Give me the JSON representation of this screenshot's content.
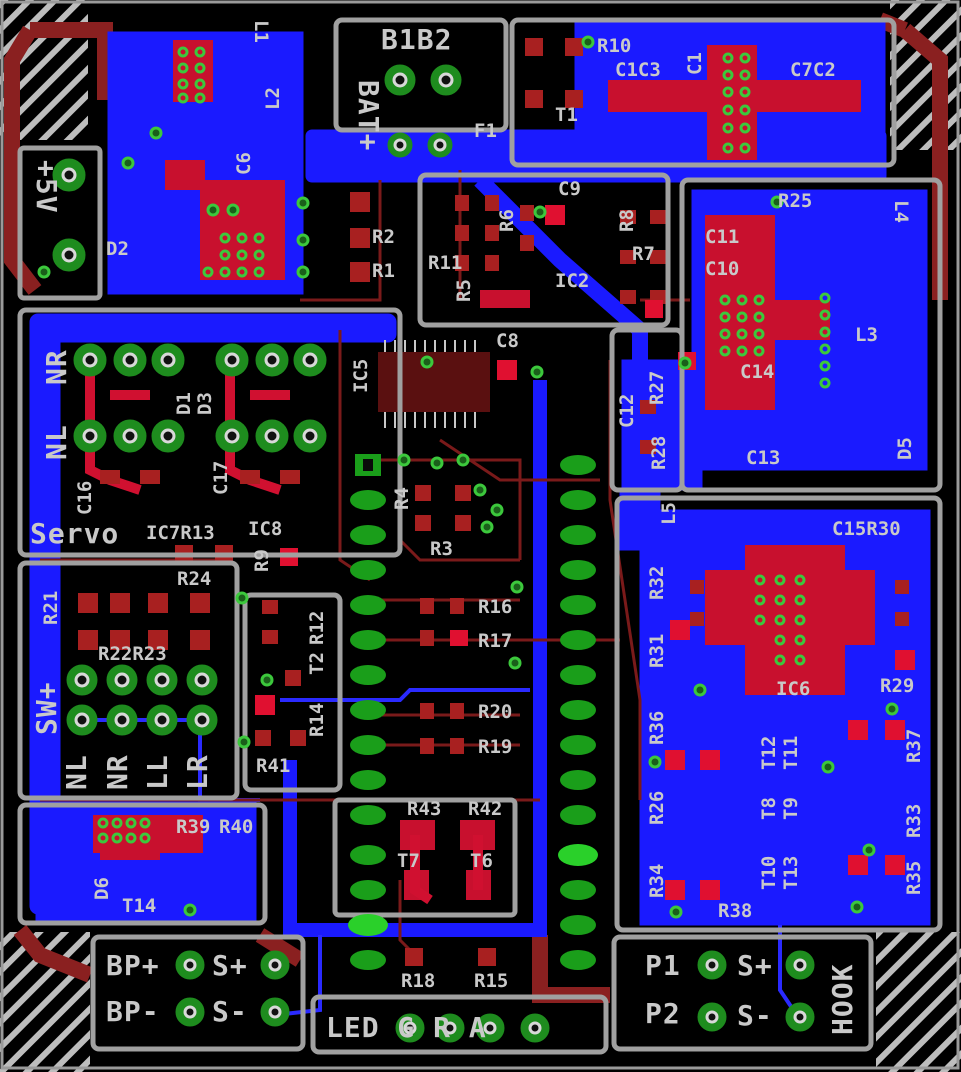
{
  "colors": {
    "background": "#000000",
    "bottom_copper": "#1a1aff",
    "top_copper": "#c8102e",
    "bottom_trace": "#8a2020",
    "silkscreen": "#c0c0c0",
    "pad_ring": "#28c828",
    "via_ring": "#3cc83c"
  },
  "labels": {
    "b1b2": "B1B2",
    "bat": "BAT+",
    "batm": "-",
    "f1": "F1",
    "l1": "L1",
    "l2": "L2",
    "c6": "C6",
    "r10": "R10",
    "c1c3": "C1C3",
    "c1v": "C1",
    "c7c2": "C7C2",
    "t1": "T1",
    "l4": "L4",
    "r25": "R25",
    "c11": "C11",
    "c10": "C10",
    "l3": "L3",
    "c14": "C14",
    "c12": "C12",
    "r27": "R27",
    "r28": "R28",
    "c13": "C13",
    "d5": "D5",
    "v5": "+5V",
    "d2": "D2",
    "r2": "R2",
    "r1": "R1",
    "r11": "R11",
    "r5": "R5",
    "r6": "R6",
    "c9": "C9",
    "r8": "R8",
    "r7": "R7",
    "ic2": "IC2",
    "ic5": "IC5",
    "c8": "C8",
    "nl": "NL",
    "nr": "NR",
    "d1": "D1",
    "d3": "D3",
    "c16": "C16",
    "c17": "C17",
    "servo": "Servo",
    "ic7r13": "IC7R13",
    "ic8": "IC8",
    "r9": "R9",
    "r4": "R4",
    "r3": "R3",
    "r24": "R24",
    "r21": "R21",
    "r22r23": "R22R23",
    "swp": "SW+",
    "swm": "-",
    "nl2": "NL",
    "nr2": "NR",
    "ll": "LL",
    "lr": "LR",
    "r12": "R12",
    "t2": "T2",
    "r14": "R14",
    "r41": "R41",
    "r16": "R16",
    "r17": "R17",
    "r20": "R20",
    "r19": "R19",
    "r43": "R43",
    "r42": "R42",
    "t7": "T7",
    "t6": "T6",
    "r39": "R39",
    "r40": "R40",
    "d6": "D6",
    "t14": "T14",
    "l5": "L5",
    "c15r30": "C15R30",
    "r32": "R32",
    "r31": "R31",
    "ic6": "IC6",
    "r29": "R29",
    "r36": "R36",
    "t12": "T12",
    "t11": "T11",
    "r37": "R37",
    "r26": "R26",
    "t8": "T8",
    "t9": "T9",
    "r33": "R33",
    "r34": "R34",
    "t10": "T10",
    "t13": "T13",
    "r35": "R35",
    "r38": "R38",
    "bpp": "BP+",
    "sp": "S+",
    "bpm": "BP-",
    "sm": "S-",
    "r18": "R18",
    "r15": "R15",
    "led": "LED G R A",
    "p1": "P1",
    "sp2": "S+",
    "p2": "P2",
    "sm2": "S-",
    "hook": "HOOK"
  }
}
